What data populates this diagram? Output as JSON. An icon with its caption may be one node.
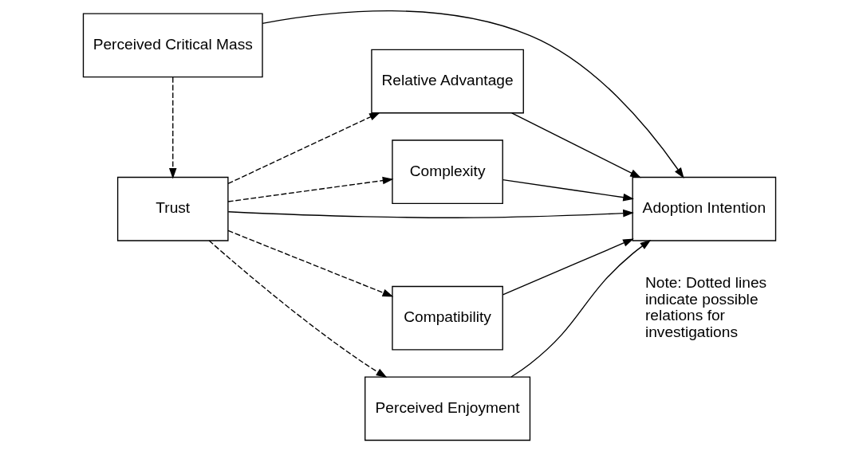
{
  "diagram": {
    "nodes": [
      {
        "text": [
          "Relative Advantage"
        ]
      },
      {
        "text": [
          "Complexity"
        ]
      },
      {
        "text": [
          "Trust"
        ]
      },
      {
        "text": [
          "Adoption Intention"
        ]
      },
      {
        "text": [
          "Compatibility"
        ]
      },
      {
        "text": [
          "Perceived Enjoyment"
        ]
      },
      {
        "text": [
          "Perceived Critical Mass"
        ]
      }
    ],
    "edges": [
      {
        "from": 2,
        "to": 0,
        "arrow": "to",
        "style": "dashed"
      },
      {
        "from": 2,
        "to": 1,
        "arrow": "to",
        "style": "dashed"
      },
      {
        "from": 2,
        "to": 3,
        "arrow": "to"
      },
      {
        "from": 2,
        "to": 4,
        "arrow": "to",
        "style": "dashed"
      },
      {
        "from": 2,
        "to": 5,
        "arrow": "to",
        "style": "dashed"
      },
      {
        "from": 0,
        "to": 3,
        "arrow": "to"
      },
      {
        "from": 1,
        "to": 3,
        "arrow": "to"
      },
      {
        "from": 4,
        "to": 3,
        "arrow": "to"
      },
      {
        "from": 5,
        "to": 3,
        "arrow": "to"
      },
      {
        "from": 6,
        "to": 2,
        "arrow": "to",
        "style": "dashed"
      },
      {
        "from": 6,
        "to": 3,
        "arrow": "to"
      }
    ],
    "labels": [
      "Note: Dotted lines indicate possible relations for investigations"
    ]
  }
}
